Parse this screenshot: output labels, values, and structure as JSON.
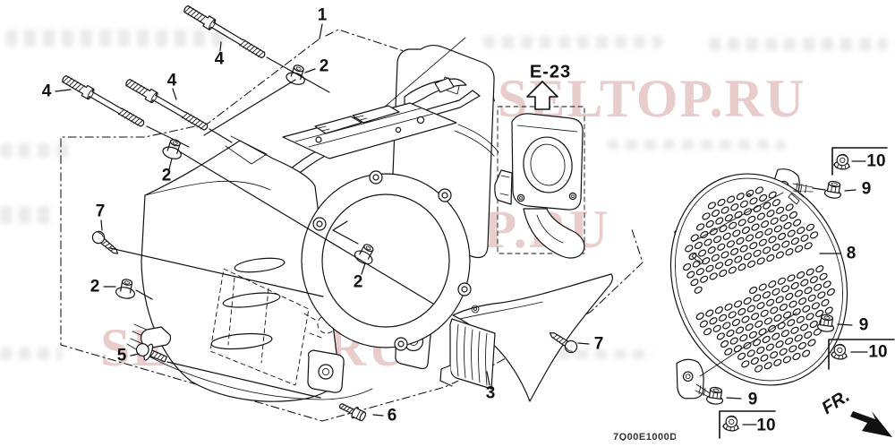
{
  "diagram": {
    "ref_label": "E-23",
    "direction_label": "FR.",
    "drawing_code": "7Q00E1000D",
    "watermark_text": "SELTOP.RU",
    "callout_labels": {
      "1": "1",
      "2": "2",
      "3": "3",
      "4": "4",
      "5": "5",
      "6": "6",
      "7": "7",
      "8": "8",
      "9": "9",
      "10": "10"
    }
  },
  "colors": {
    "line": "#111111",
    "watermark": "#e9cdcd",
    "background": "#ffffff"
  }
}
